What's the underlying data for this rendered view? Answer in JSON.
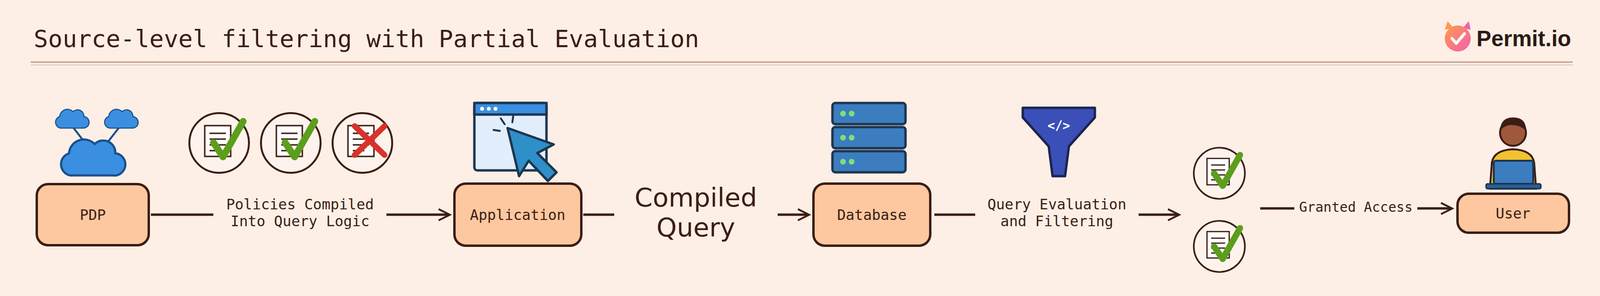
{
  "diagram": {
    "title": "Source-level filtering with Partial Evaluation",
    "nodes": [
      {
        "text": [
          "PDP"
        ]
      },
      {
        "text": [
          "Application"
        ]
      },
      {
        "text": [
          "Database"
        ]
      },
      {
        "text": [
          "User"
        ]
      }
    ],
    "edges": [
      {
        "from": 0,
        "to": 1,
        "label": "Policies Compiled Into Query Logic",
        "arrow": "to"
      },
      {
        "from": 1,
        "to": 2,
        "label": "Compiled Query",
        "arrow": "to"
      }
    ],
    "labels": [
      "Permit.io",
      "</>",
      "Query Evaluation and Filtering",
      "Granted Access"
    ]
  }
}
